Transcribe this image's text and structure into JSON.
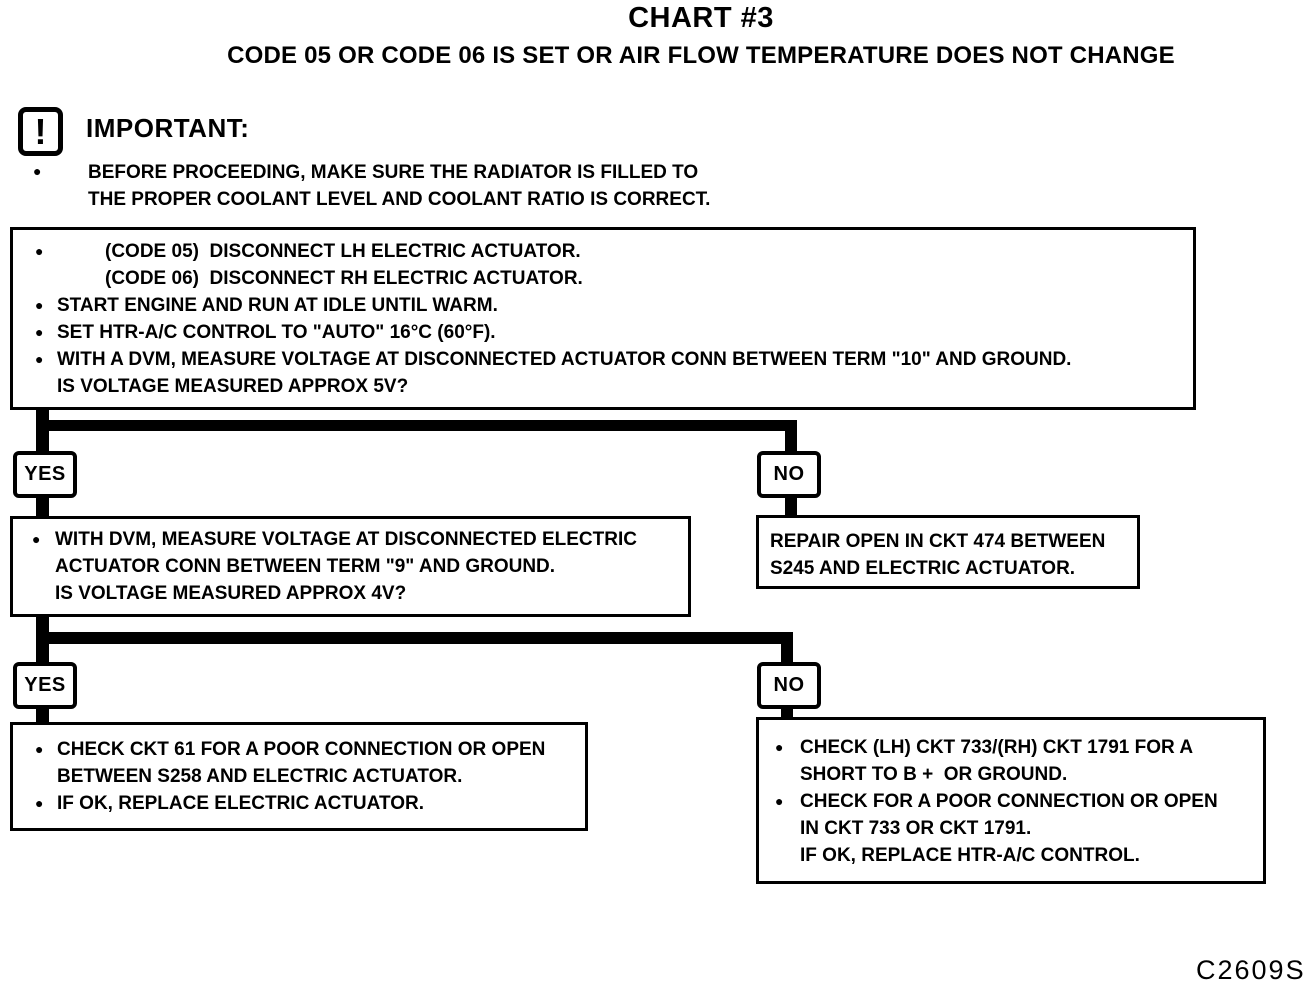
{
  "glyphs": {
    "bullet": "●",
    "exclamation": "!"
  },
  "colors": {
    "ink": "#000000",
    "paper": "#ffffff"
  },
  "header": {
    "title": "CHART #3",
    "subtitle": "CODE 05 OR CODE 06 IS SET OR AIR FLOW TEMPERATURE DOES NOT CHANGE"
  },
  "important": {
    "label": "IMPORTANT:",
    "note_line1": "BEFORE PROCEEDING, MAKE SURE THE RADIATOR IS FILLED TO",
    "note_line2": "THE PROPER COOLANT LEVEL AND COOLANT RATIO IS CORRECT."
  },
  "step1": {
    "code05": "(CODE 05)  DISCONNECT LH ELECTRIC ACTUATOR.",
    "code06": "(CODE 06)  DISCONNECT RH ELECTRIC ACTUATOR.",
    "bullet2": "START ENGINE AND RUN AT IDLE UNTIL WARM.",
    "bullet3": "SET HTR-A/C CONTROL TO \"AUTO\" 16°C (60°F).",
    "bullet4_line1": "WITH A DVM, MEASURE VOLTAGE AT DISCONNECTED ACTUATOR CONN BETWEEN TERM \"10\" AND GROUND.",
    "bullet4_line2": "IS VOLTAGE MEASURED APPROX 5V?"
  },
  "branch1": {
    "yes": "YES",
    "no": "NO"
  },
  "step2_yes": {
    "line1": "WITH DVM, MEASURE VOLTAGE AT DISCONNECTED ELECTRIC",
    "line2": "ACTUATOR CONN BETWEEN TERM \"9\" AND GROUND.",
    "line3": "IS VOLTAGE MEASURED APPROX 4V?"
  },
  "step2_no": {
    "line1": "REPAIR OPEN IN CKT 474 BETWEEN",
    "line2": "S245 AND ELECTRIC ACTUATOR."
  },
  "branch2": {
    "yes": "YES",
    "no": "NO"
  },
  "step3_yes": {
    "bullet1_line1": "CHECK CKT 61 FOR A POOR CONNECTION OR OPEN",
    "bullet1_line2": "BETWEEN S258 AND ELECTRIC ACTUATOR.",
    "bullet2": "IF OK, REPLACE ELECTRIC ACTUATOR."
  },
  "step3_no": {
    "bullet1_line1": "CHECK (LH) CKT 733/(RH) CKT 1791 FOR A",
    "bullet1_line2": "SHORT TO B +  OR GROUND.",
    "bullet2_line1": "CHECK FOR A POOR CONNECTION OR OPEN",
    "bullet2_line2": "IN CKT 733 OR CKT 1791.",
    "bullet2_line3": "IF OK, REPLACE HTR-A/C CONTROL."
  },
  "footer": {
    "figure_code": "C2609S"
  }
}
